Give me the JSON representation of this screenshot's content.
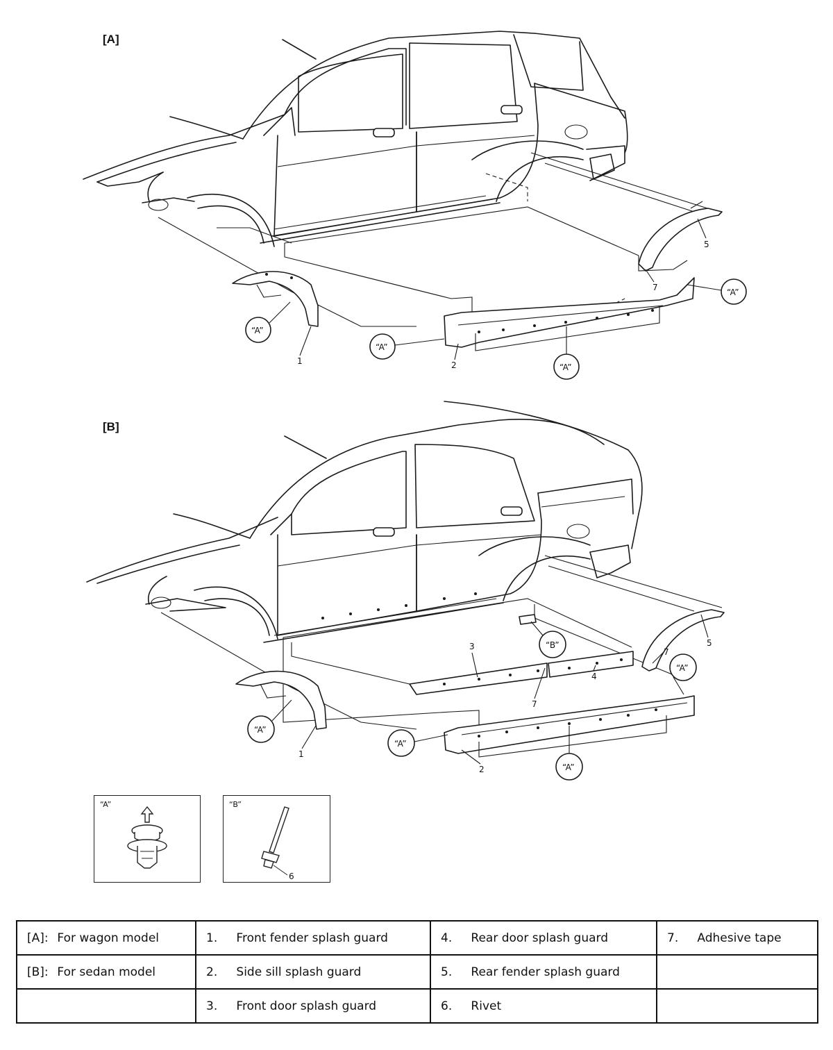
{
  "figure": {
    "section_a_tag": "[A]",
    "section_b_tag": "[B]",
    "callout_a": "“A”",
    "callout_b": "“B”",
    "part_numbers": {
      "p1": "1",
      "p2": "2",
      "p3": "3",
      "p4": "4",
      "p5": "5",
      "p6": "6",
      "p7": "7"
    },
    "detail_a_tag": "“A”",
    "detail_b_tag": "“B”"
  },
  "legend": {
    "rows": [
      [
        {
          "num": "[A]:",
          "text": "For wagon model"
        },
        {
          "num": "1.",
          "text": "Front fender splash guard"
        },
        {
          "num": "4.",
          "text": "Rear door splash guard"
        },
        {
          "num": "7.",
          "text": "Adhesive tape"
        }
      ],
      [
        {
          "num": "[B]:",
          "text": "For sedan model"
        },
        {
          "num": "2.",
          "text": "Side sill splash guard"
        },
        {
          "num": "5.",
          "text": "Rear fender splash guard"
        },
        {
          "num": "",
          "text": ""
        }
      ],
      [
        {
          "num": "",
          "text": ""
        },
        {
          "num": "3.",
          "text": "Front door splash guard"
        },
        {
          "num": "6.",
          "text": "Rivet"
        },
        {
          "num": "",
          "text": ""
        }
      ]
    ]
  }
}
